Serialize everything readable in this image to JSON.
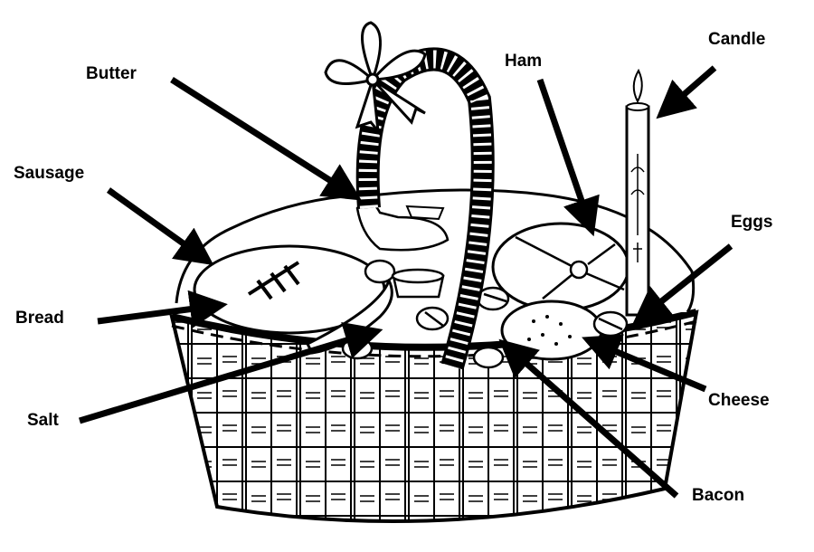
{
  "title": "Easter basket food blessing diagram",
  "labels": {
    "butter": "Butter",
    "sausage": "Sausage",
    "bread": "Bread",
    "salt": "Salt",
    "ham": "Ham",
    "candle": "Candle",
    "eggs": "Eggs",
    "cheese": "Cheese",
    "bacon": "Bacon"
  }
}
